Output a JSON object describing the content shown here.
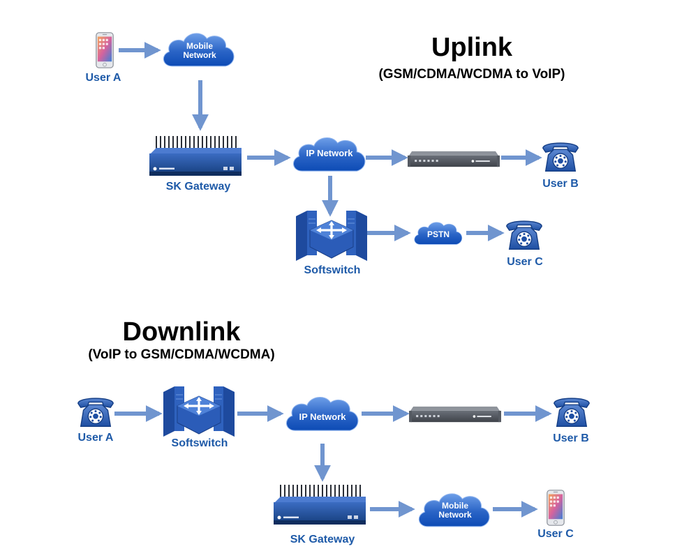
{
  "colors": {
    "label": "#1e5aa8",
    "arrow": "#7095cf",
    "cloud_light": "#5f93e2",
    "cloud_dark": "#0d4bb5",
    "device_blue": "#1f4b9c",
    "device_gray": "#707580",
    "title": "#000000"
  },
  "uplink": {
    "title": "Uplink",
    "subtitle": "(GSM/CDMA/WCDMA to VoIP)",
    "user_a": "User A",
    "mobile_network": [
      "Mobile",
      "Network"
    ],
    "sk_gateway": "SK Gateway",
    "ip_network": "IP Network",
    "user_b": "User B",
    "softswitch": "Softswitch",
    "pstn": "PSTN",
    "user_c": "User C"
  },
  "downlink": {
    "title": "Downlink",
    "subtitle": "(VoIP to GSM/CDMA/WCDMA)",
    "user_a": "User A",
    "softswitch": "Softswitch",
    "ip_network": "IP Network",
    "user_b": "User B",
    "sk_gateway": "SK Gateway",
    "mobile_network": [
      "Mobile",
      "Network"
    ],
    "user_c": "User C"
  },
  "icons": [
    "smartphone-icon",
    "cloud-icon",
    "gateway-device-icon",
    "rack-server-icon",
    "telephone-icon",
    "softswitch-icon"
  ]
}
